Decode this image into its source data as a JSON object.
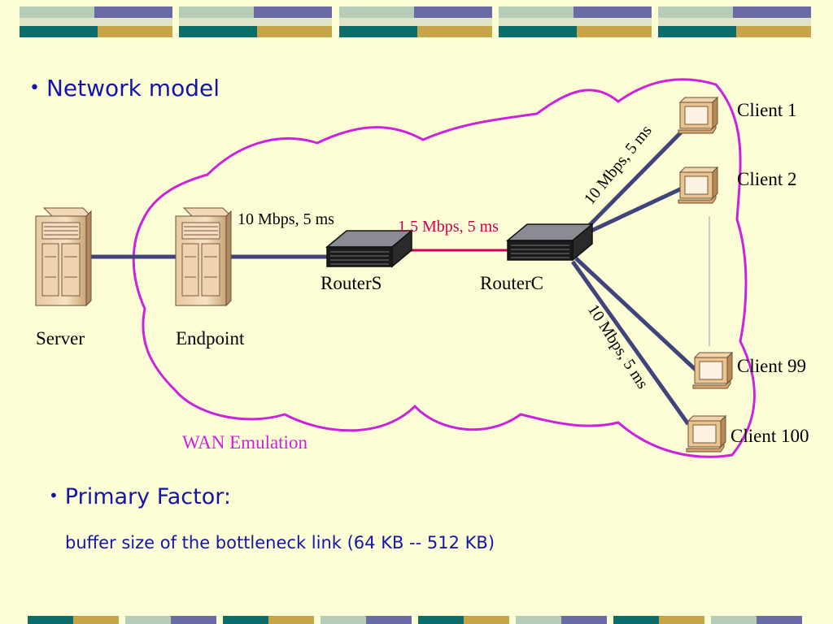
{
  "slide": {
    "title": "Network model",
    "primary_factor_label": "Primary Factor:",
    "primary_factor_desc": "buffer size of the bottleneck link (64 KB -- 512 KB)"
  },
  "diagram": {
    "cloud_label": "WAN Emulation",
    "nodes": {
      "server": "Server",
      "endpoint": "Endpoint",
      "router_s": "RouterS",
      "router_c": "RouterC",
      "client_1": "Client 1",
      "client_2": "Client 2",
      "client_99": "Client 99",
      "client_100": "Client 100"
    },
    "links": {
      "endpoint_routers": "10 Mbps, 5 ms",
      "bottleneck": "1.5 Mbps, 5 ms",
      "upper_clients": "10 Mbps, 5 ms",
      "lower_clients": "10 Mbps, 5 ms"
    }
  },
  "colors": {
    "background": "#fefed6",
    "title_text": "#1414a8",
    "cloud_outline": "#cc22dd",
    "link_line": "#40447c",
    "bottleneck_line": "#cc0055"
  }
}
